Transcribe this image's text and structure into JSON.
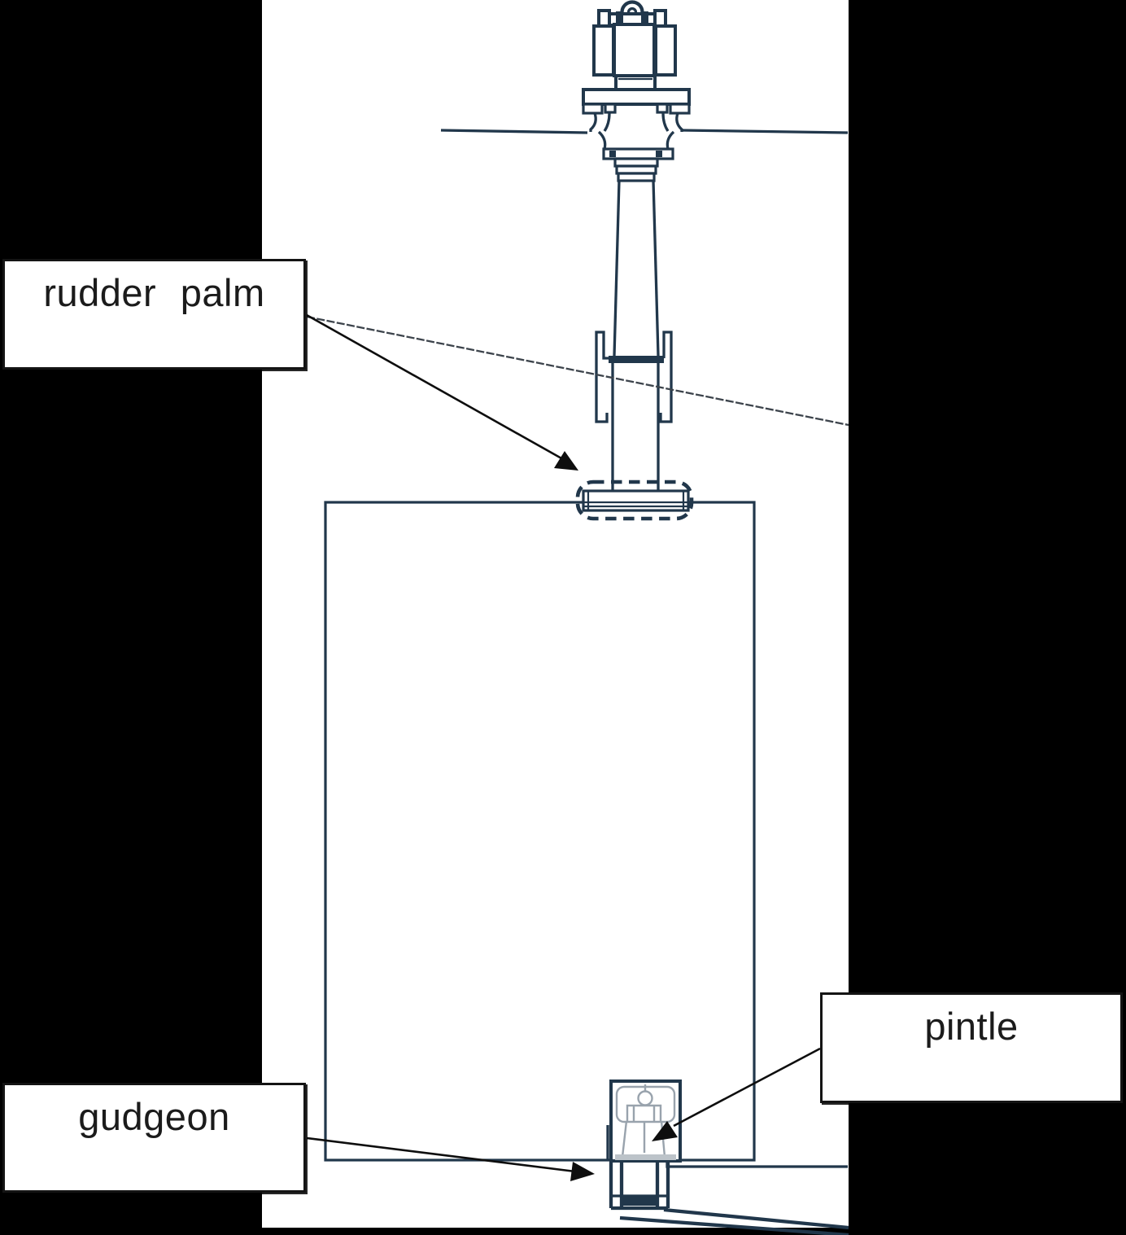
{
  "colors": {
    "background": "#000000",
    "paper": "#ffffff",
    "ink": "#21374b",
    "ink_faint": "#99a3ad",
    "leader": "#0e0e0e",
    "label_bg": "#ffffff",
    "label_border": "#141414",
    "label_text": "#1b1b1b"
  },
  "labels": {
    "rudder_palm": "rudder palm",
    "pintle": "pintle",
    "gudgeon": "gudgeon"
  }
}
